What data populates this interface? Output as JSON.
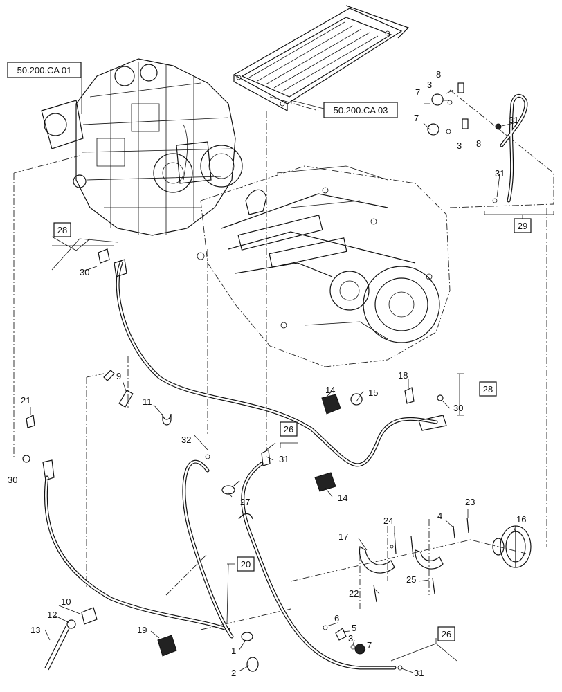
{
  "references": {
    "engine": "50.200.CA 01",
    "radiator": "50.200.CA 03"
  },
  "boxed_labels": [
    "28",
    "29",
    "26",
    "28",
    "20",
    "26"
  ],
  "callouts": {
    "c8a": "8",
    "c7a": "7",
    "c3a": "3",
    "c7b": "7",
    "c3b": "3",
    "c8b": "8",
    "c31a": "31",
    "c31b": "31",
    "c30a": "30",
    "c30b": "30",
    "c30c": "30",
    "c9": "9",
    "c11": "11",
    "c21": "21",
    "c14a": "14",
    "c15": "15",
    "c18": "18",
    "c32": "32",
    "c31c": "31",
    "c27": "27",
    "c14b": "14",
    "c23": "23",
    "c24": "24",
    "c4": "4",
    "c16": "16",
    "c17": "17",
    "c22": "22",
    "c25": "25",
    "c10": "10",
    "c12": "12",
    "c13": "13",
    "c19": "19",
    "c1": "1",
    "c2": "2",
    "c6": "6",
    "c5": "5",
    "c3c": "3",
    "c7c": "7",
    "c31d": "31"
  }
}
